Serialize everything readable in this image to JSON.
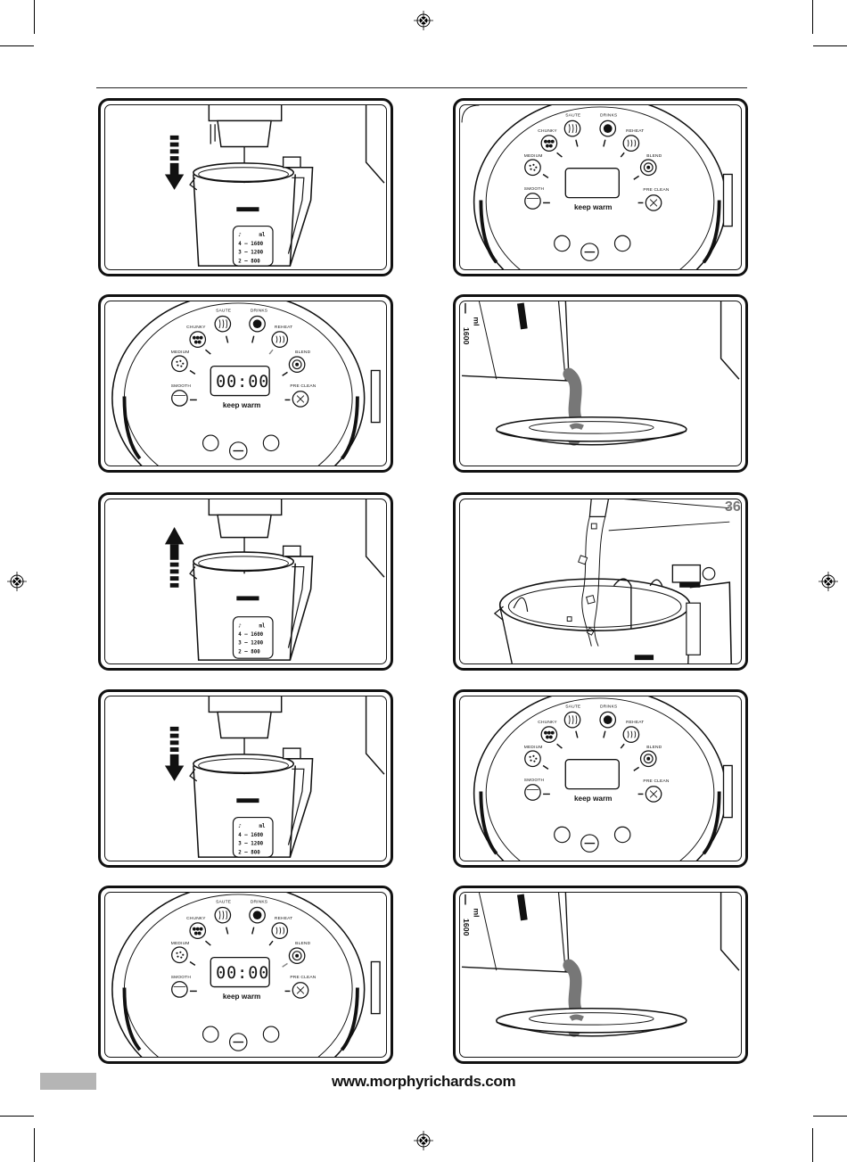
{
  "page_number": "36",
  "website": "www.morphyrichards.com",
  "control_panel": {
    "labels": {
      "saute": "SAUTE",
      "drinks": "DRINKS",
      "chunky": "CHUNKY",
      "reheat": "REHEAT",
      "medium": "MEDIUM",
      "blend": "BLEND",
      "smooth": "SMOOTH",
      "pre_clean": "PRE CLEAN"
    },
    "keep_warm": "keep warm",
    "display_time": "00:00"
  },
  "jug_scale": {
    "header_cups": "♪",
    "header_ml": "ml",
    "rows": [
      "4 — 1600",
      "3 — 1200",
      "2 — 800"
    ]
  },
  "pour_scale": {
    "ml": "ml",
    "value": "1600"
  },
  "panels": [
    {
      "name": "panel-blade-lower-1",
      "type": "blade",
      "arrow": "down",
      "display": false
    },
    {
      "name": "panel-control-1",
      "type": "control",
      "display": false
    },
    {
      "name": "panel-control-2",
      "type": "control",
      "display": true
    },
    {
      "name": "panel-pour-bowl-1",
      "type": "pour"
    },
    {
      "name": "panel-blade-raise",
      "type": "blade",
      "arrow": "up"
    },
    {
      "name": "panel-fill-jug",
      "type": "fill"
    },
    {
      "name": "panel-blade-lower-2",
      "type": "blade",
      "arrow": "down"
    },
    {
      "name": "panel-control-3",
      "type": "control",
      "display": false
    },
    {
      "name": "panel-control-4",
      "type": "control",
      "display": true
    },
    {
      "name": "panel-pour-bowl-2",
      "type": "pour"
    }
  ]
}
